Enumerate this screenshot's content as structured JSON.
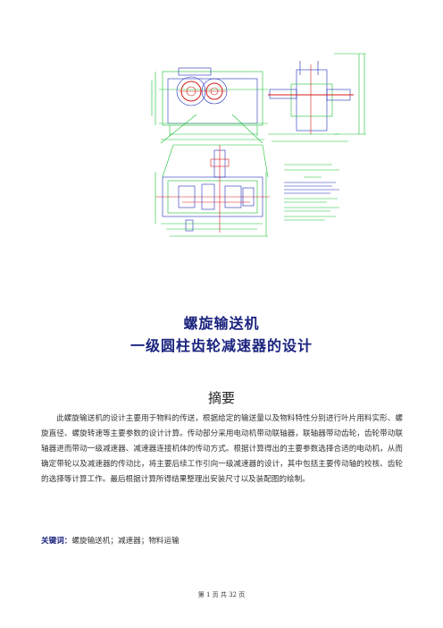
{
  "title_line1": "螺旋输送机",
  "title_line2": "一级圆柱齿轮减速器的设计",
  "abstract_heading": "摘要",
  "abstract_body": "此螺旋输送机的设计主要用于物料的传送，根据给定的输送量以及物料特性分别进行叶片用料实形、螺旋直径、螺旋转速等主要参数的设计计算。传动部分采用电动机带动联轴器，联轴器带动齿轮，齿轮带动联轴器进而带动一级减速器、减速器连接机体的传动方式。根据计算得出的主要参数选择合适的电动机，从而确定带轮以及减速器的传动比，将主要后续工作引向一级减速器的设计，其中包括主要传动轴的校核、齿轮的选择等计算工作。最后根据计算所得结果整理出安装尺寸以及装配图的绘制。",
  "keywords": {
    "label": "关键词：",
    "value": "螺旋输送机；减速器；物料运输"
  },
  "footer": "第 1 页 共 32 页",
  "colors": {
    "title": "#1a237e",
    "drawing_green": "#19c232",
    "drawing_red": "#d81b1b",
    "drawing_blue": "#1e2fb8"
  }
}
